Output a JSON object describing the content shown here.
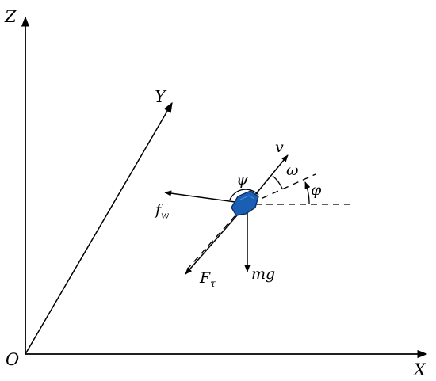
{
  "labels": {
    "z_axis": "Z",
    "x_axis": "X",
    "y_axis": "Y",
    "origin": "O",
    "velocity": "v",
    "omega": "ω",
    "phi": "φ",
    "psi": "ψ",
    "drag_force_main": "f",
    "drag_force_sub": "w",
    "thrust_force_main": "F",
    "thrust_force_sub": "τ",
    "gravity": "mg"
  },
  "colors": {
    "line": "#000000",
    "particle": "#1a5fb4",
    "particle_edge": "#0b2f66"
  }
}
